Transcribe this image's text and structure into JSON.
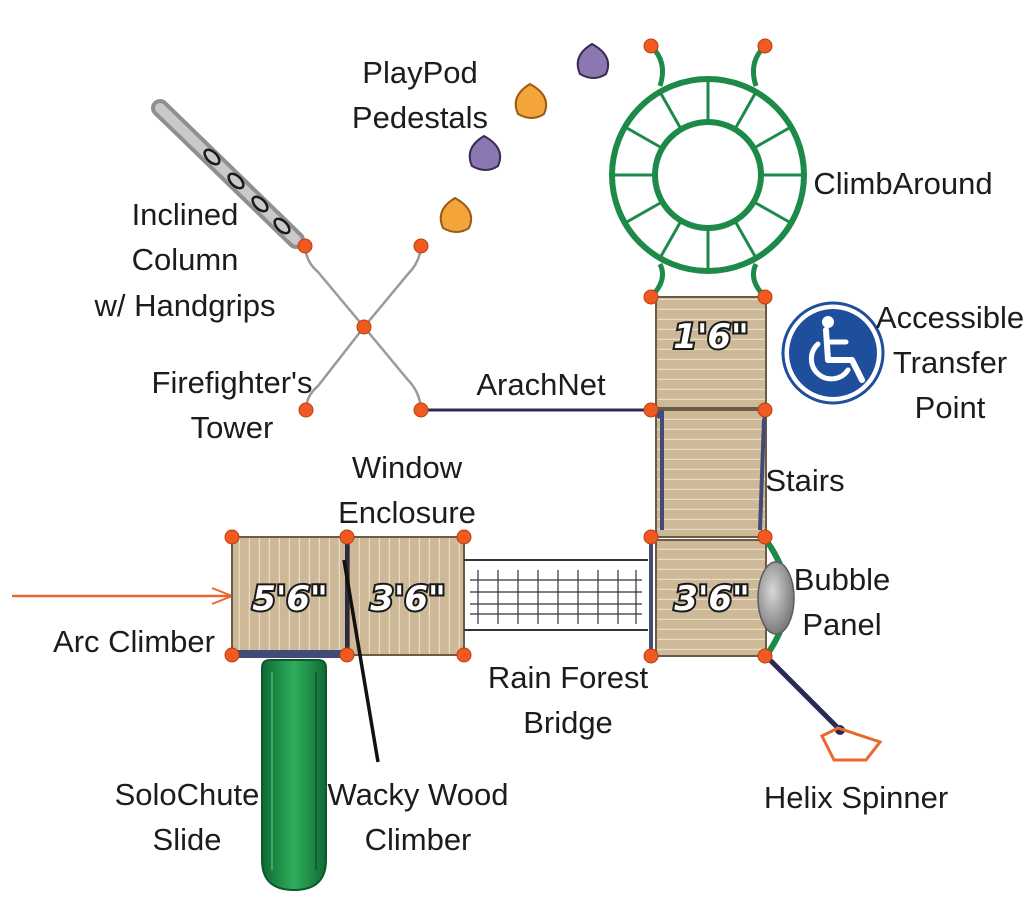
{
  "labels": {
    "playpod_line1": "PlayPod",
    "playpod_line2": "Pedestals",
    "climbaround": "ClimbAround",
    "inclined_line1": "Inclined",
    "inclined_line2": "Column",
    "inclined_line3": "w/ Handgrips",
    "firefighter_line1": "Firefighter's",
    "firefighter_line2": "Tower",
    "arachnet": "ArachNet",
    "accessible_line1": "Accessible",
    "accessible_line2": "Transfer",
    "accessible_line3": "Point",
    "stairs": "Stairs",
    "window_line1": "Window",
    "window_line2": "Enclosure",
    "bubble_line1": "Bubble",
    "bubble_line2": "Panel",
    "arc_climber": "Arc Climber",
    "rainforest_line1": "Rain Forest",
    "rainforest_line2": "Bridge",
    "solochute_line1": "SoloChute",
    "solochute_line2": "Slide",
    "wacky_line1": "Wacky Wood",
    "wacky_line2": "Climber",
    "helix": "Helix Spinner"
  },
  "heights": {
    "deck_top": "1'6\"",
    "deck_left": "5'6\"",
    "deck_middle": "3'6\"",
    "deck_right": "3'6\""
  },
  "colors": {
    "deck": "#cdb897",
    "post": "#f05a22",
    "slide": "#1f8a47",
    "climbaround": "#1e8a4a",
    "pod_orange": "#f4a53a",
    "pod_purple": "#8c78b0",
    "accessible_blue": "#1f4e9c"
  }
}
